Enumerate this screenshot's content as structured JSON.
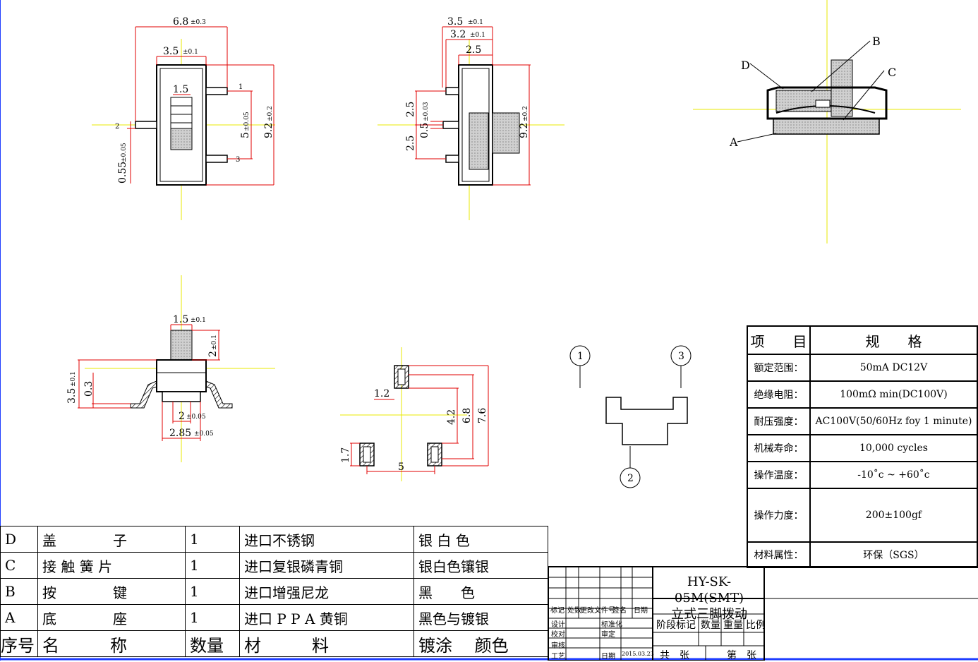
{
  "top_view": {
    "width_dim": "6.8",
    "width_tol": "±0.3",
    "body_dim": "3.5",
    "body_tol": "±0.1",
    "knob_dim": "1.5",
    "pitch_dim": "5",
    "pitch_tol": "±0.05",
    "height_dim": "9.2",
    "height_tol": "±0.2",
    "pin_w_dim": "0.55",
    "pin_w_tol": "±0.05",
    "pin1": "1",
    "pin2": "2",
    "pin3": "3"
  },
  "side_view": {
    "d1": "3.5",
    "d1_tol": "±0.1",
    "d2": "3.2",
    "d2_tol": "±0.1",
    "d3": "2.5",
    "d4": "2.5",
    "d5": "0.5",
    "d5_tol": "±0.03",
    "d6": "2.5",
    "d7": "9.2",
    "d7_tol": "±0.2"
  },
  "section_view": {
    "label_a": "A",
    "label_b": "B",
    "label_c": "C",
    "label_d": "D"
  },
  "front_view": {
    "knob": "1.5",
    "knob_tol": "±0.1",
    "knob_h": "2",
    "knob_h_tol": "±0.1",
    "h": "3.5",
    "h_tol": "±0.1",
    "lead": "0.3",
    "p1": "2",
    "p1_tol": "±0.05",
    "p2": "2.85",
    "p2_tol": "±0.05"
  },
  "pcb_layout": {
    "w": "1.2",
    "a": "4.2",
    "b": "6.8",
    "c": "7.6",
    "h": "1.7",
    "s": "5"
  },
  "circuit": {
    "pin1": "1",
    "pin2": "2",
    "pin3": "3"
  },
  "spec_table": {
    "header": [
      "项　　目",
      "规　　格"
    ],
    "rows": [
      [
        "额定范围：",
        "50mA DC12V"
      ],
      [
        "绝缘电阻：",
        "100mΩ min(DC100V)"
      ],
      [
        "耐压强度：",
        "AC100V(50/60Hz foy 1 minute)"
      ],
      [
        "机械寿命：",
        "10,000 cycles"
      ],
      [
        "操作温度：",
        "-10˚c ~ +60˚c"
      ],
      [
        "操作力度：",
        "200±100gf"
      ],
      [
        "材料属性：",
        "环保（SGS）"
      ]
    ]
  },
  "bom": {
    "rows": [
      [
        "D",
        "盖　　　　子",
        "1",
        "进口不锈钢",
        "银 白 色"
      ],
      [
        "C",
        "接 触 簧 片",
        "1",
        "进口复银磷青铜",
        "银白色镶银"
      ],
      [
        "B",
        "按　　　　键",
        "1",
        "进口增强尼龙",
        "黑　　色"
      ],
      [
        "A",
        "底　　　　座",
        "1",
        "进口 P P A 黄铜",
        "黑色与镀银"
      ]
    ],
    "header": [
      "序号",
      "名　　　称",
      "数量",
      "材　　　料",
      "镀涂　 颜色"
    ]
  },
  "title_block": {
    "model": "HY-SK-05M(SMT)",
    "name": "立式三脚拨动",
    "h_mark": "标记",
    "h_place": "处数",
    "h_doc": "更改文件号",
    "h_sign": "签名",
    "h_date": "日期",
    "design": "设计",
    "std": "标准化",
    "check": "校对",
    "review": "审定",
    "audit": "审核",
    "process": "工艺",
    "date_label": "日期",
    "date": "2015.03.23",
    "stage": "阶段标记",
    "qty": "数量",
    "weight": "重量",
    "scale": "比例",
    "total": "共　张",
    "sheet": "第　张"
  },
  "colors": {
    "center_line": "#e8e800",
    "dim_line": "#e00000",
    "hatch": "#c8c8c8",
    "border": "#1e3cff"
  }
}
